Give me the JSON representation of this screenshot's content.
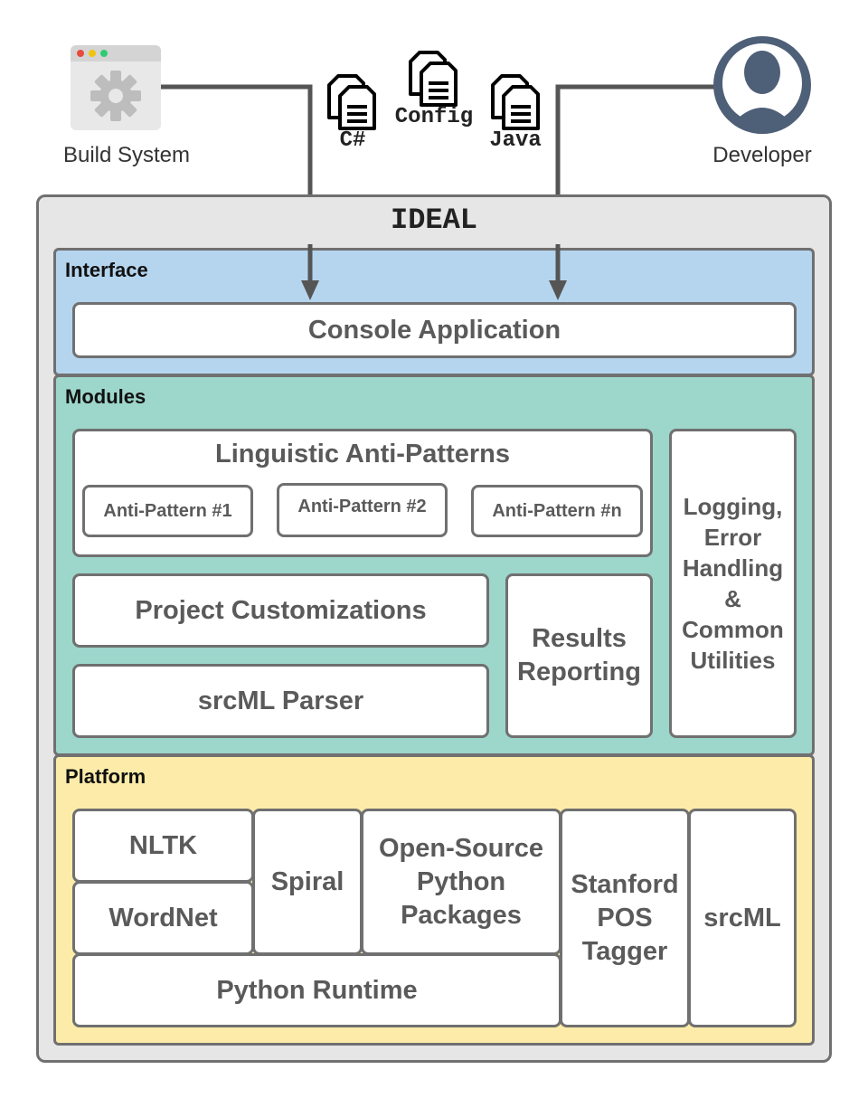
{
  "actors": {
    "build_system": "Build System",
    "developer": "Developer"
  },
  "inputs": {
    "csharp": "C#",
    "config": "Config",
    "java": "Java"
  },
  "system_title": "IDEAL",
  "interface": {
    "title": "Interface",
    "console": "Console Application"
  },
  "modules": {
    "title": "Modules",
    "linguistic": "Linguistic Anti-Patterns",
    "anti_patterns": [
      "Anti-Pattern #1",
      "Anti-Pattern #2",
      "Anti-Pattern #n"
    ],
    "project_customizations": "Project Customizations",
    "srcml_parser": "srcML Parser",
    "results_reporting": [
      "Results",
      "Reporting"
    ],
    "logging": [
      "Logging,",
      "Error",
      "Handling",
      "&",
      "Common",
      "Utilities"
    ]
  },
  "platform": {
    "title": "Platform",
    "nltk": "NLTK",
    "wordnet": "WordNet",
    "spiral": "Spiral",
    "open_source": [
      "Open-Source",
      "Python",
      "Packages"
    ],
    "stanford": [
      "Stanford",
      "POS",
      "Tagger"
    ],
    "srcml": "srcML",
    "python_runtime": "Python Runtime"
  },
  "colors": {
    "interface_bg": "#b5d5ef",
    "modules_bg": "#9dd6cb",
    "platform_bg": "#fdeca9",
    "outer_bg": "#e6e6e6",
    "border": "#707070",
    "developer_icon": "#4e5f78"
  }
}
